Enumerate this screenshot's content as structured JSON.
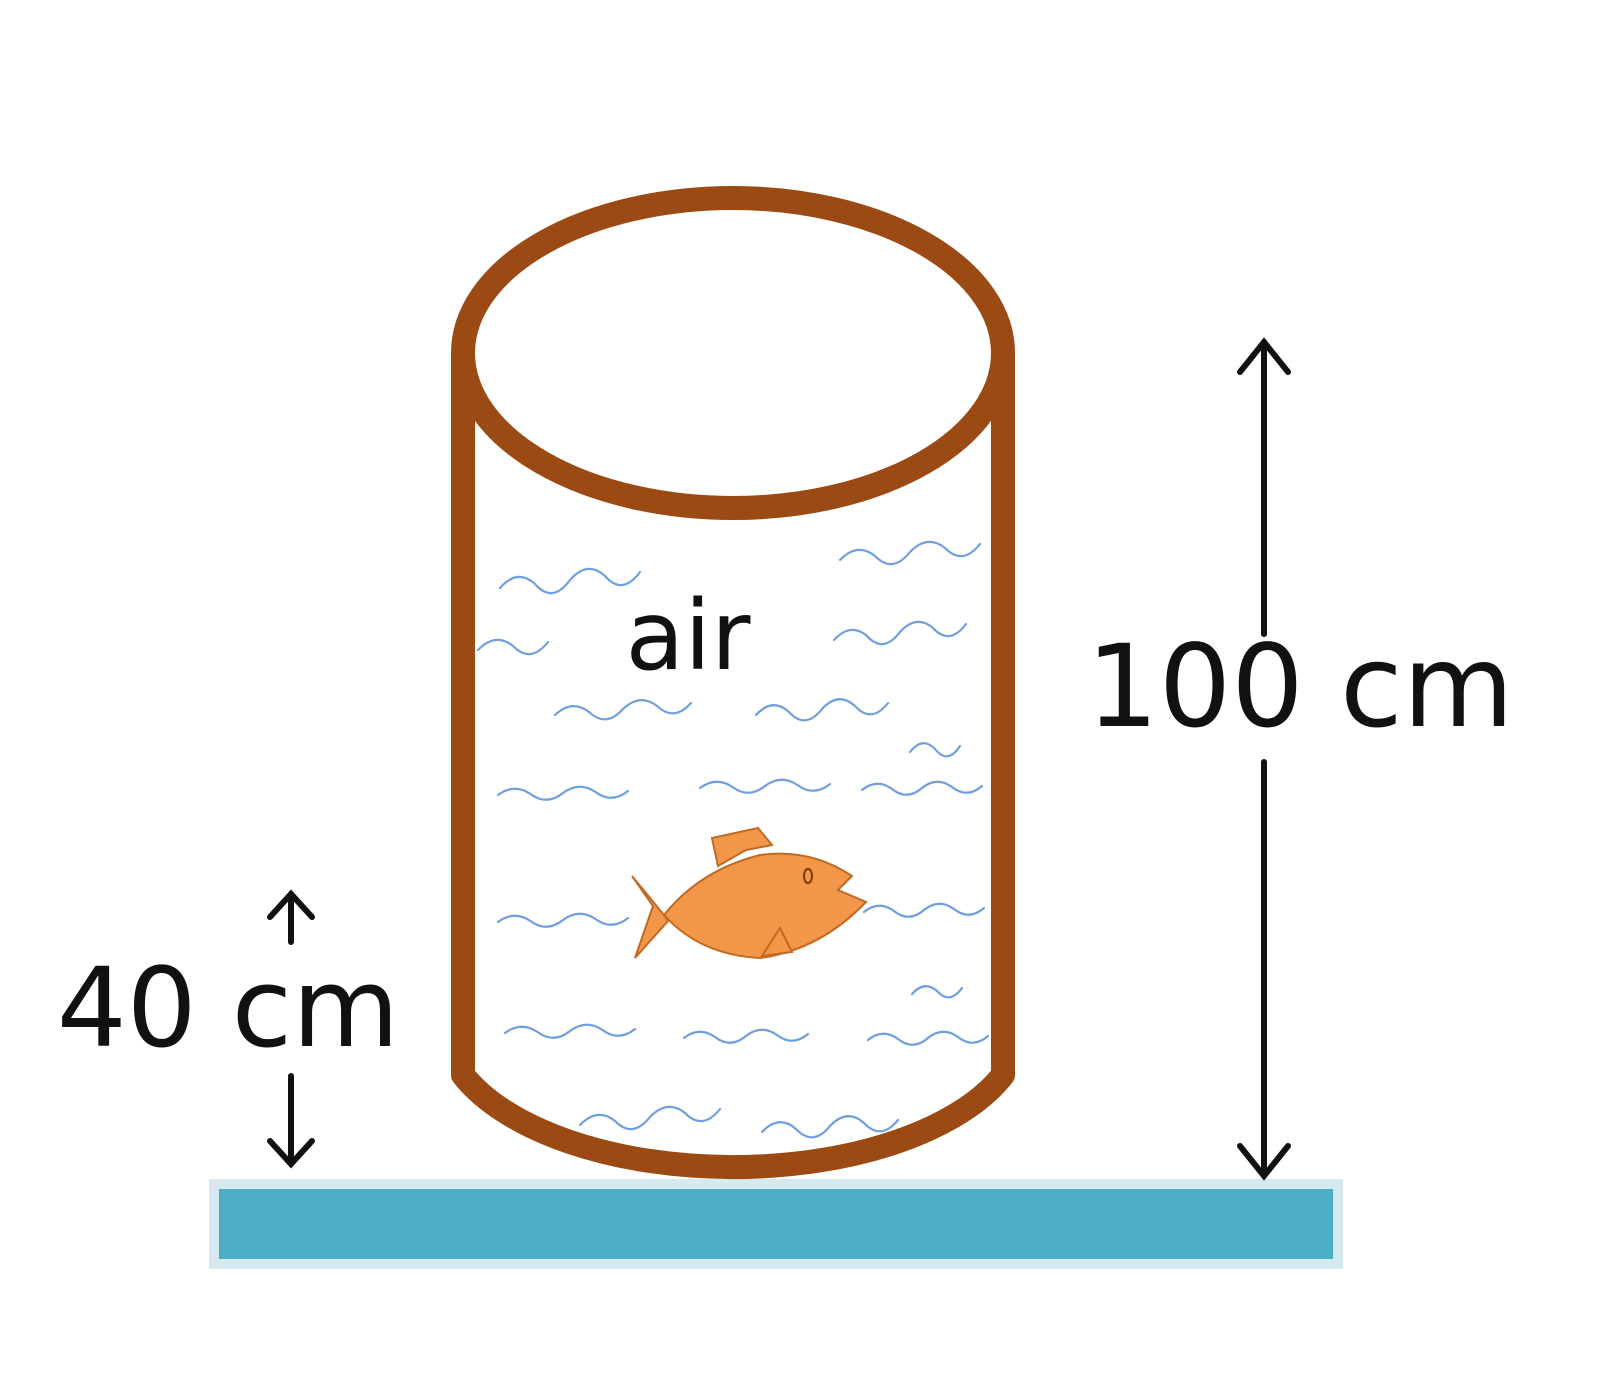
{
  "labels": {
    "air": "air",
    "height_total": "100 cm",
    "height_stand": "40 cm"
  },
  "colors": {
    "cylinder_outline": "#9a4a12",
    "water_wave": "#6f9fdc",
    "fish_fill": "#f2964a",
    "fish_outline": "#c06a22",
    "stand_fill": "#4daec6",
    "stand_border": "#d5e9ef",
    "arrow": "#111111"
  },
  "icons": {
    "fish": "fish-icon",
    "water": "water-waves-icon"
  }
}
